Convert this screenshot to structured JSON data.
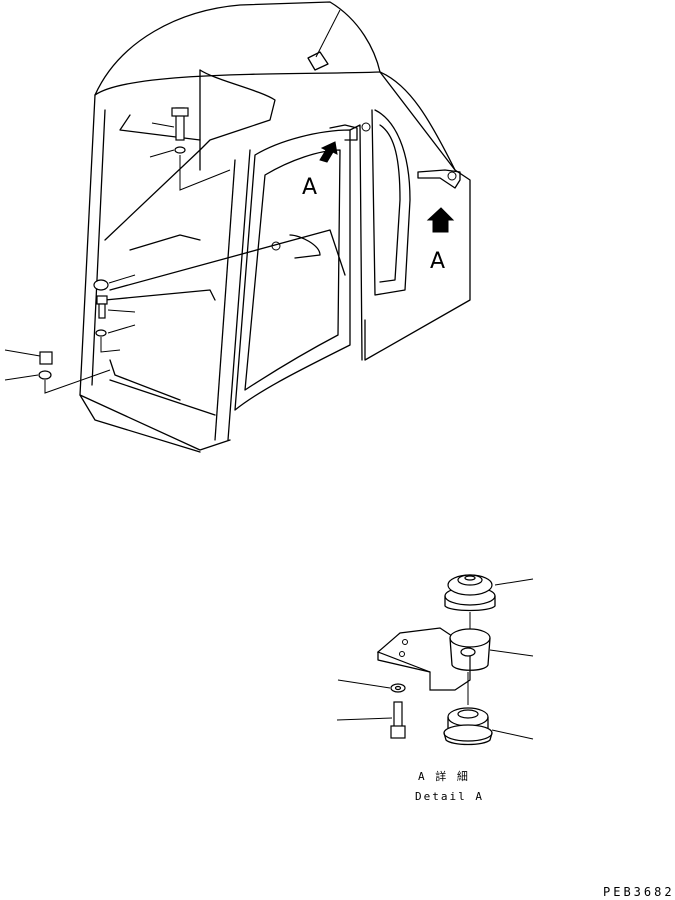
{
  "labels": {
    "view_a_left": "A",
    "view_a_right": "A",
    "detail_title_jp": "A 詳 細",
    "detail_title_en": "Detail A",
    "drawing_code": "PEB3682"
  }
}
